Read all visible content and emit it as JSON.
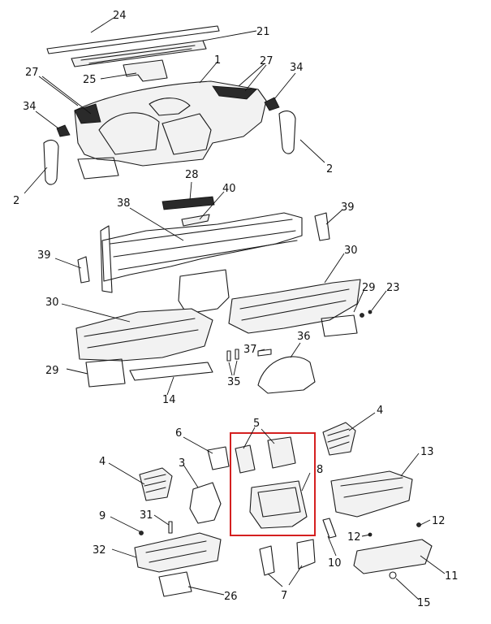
{
  "callouts": {
    "c24": "24",
    "c21": "21",
    "c1": "1",
    "c27a": "27",
    "c27b": "27",
    "c25": "25",
    "c34a": "34",
    "c34b": "34",
    "c2a": "2",
    "c2b": "2",
    "c28": "28",
    "c40": "40",
    "c38": "38",
    "c39a": "39",
    "c39b": "39",
    "c30a": "30",
    "c30b": "30",
    "c29a": "29",
    "c29b": "29",
    "c23": "23",
    "c37": "37",
    "c36": "36",
    "c35": "35",
    "c14": "14",
    "c4a": "4",
    "c4b": "4",
    "c6": "6",
    "c5": "5",
    "c8": "8",
    "c13": "13",
    "c3": "3",
    "c9": "9",
    "c31": "31",
    "c32": "32",
    "c12a": "12",
    "c12b": "12",
    "c10": "10",
    "c11": "11",
    "c7": "7",
    "c26": "26",
    "c15": "15"
  },
  "colors": {
    "line": "#1a1a1a",
    "highlight": "#d42020"
  }
}
